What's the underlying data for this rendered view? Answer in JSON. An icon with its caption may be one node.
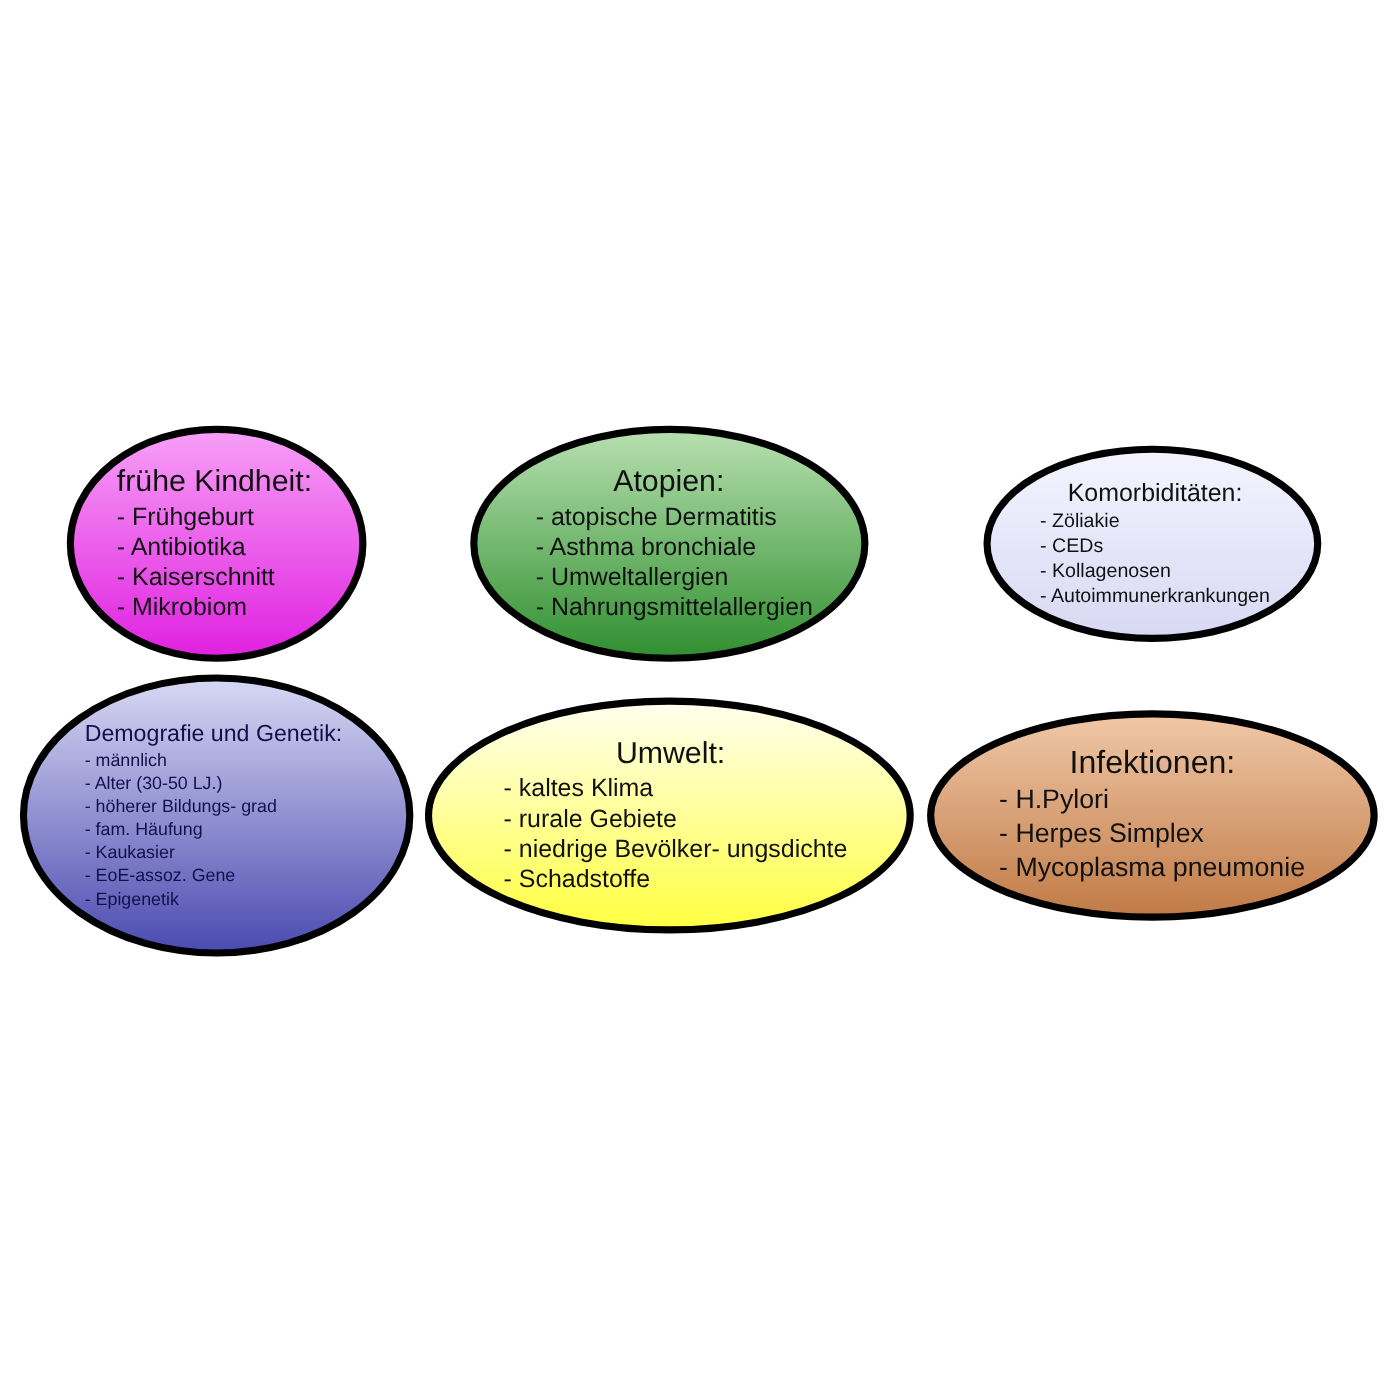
{
  "diagram": {
    "nodes": [
      {
        "text": [
          "frühe Kindheit:",
          "- Frühgeburt",
          "- Antibiotika",
          "- Kaiserschnitt",
          "- Mikrobiom"
        ]
      },
      {
        "text": [
          "Atopien:",
          "- atopische Dermatitis",
          "- Asthma bronchiale",
          "- Umweltallergien",
          "- Nahrungsmittelallergien"
        ]
      },
      {
        "text": [
          "Umwelt:",
          "- kaltes Klima",
          "- rurale Gebiete",
          "- niedrige Bevölker- ungsdichte",
          "- Schadstoffe"
        ]
      },
      {
        "text": [
          "Demografie und Genetik:",
          "- männlich",
          "- Alter (30-50 LJ.)",
          "- höherer Bildungs- grad",
          "- fam. Häufung",
          "- Kaukasier",
          "- EoE-assoz. Gene",
          "- Epigenetik"
        ]
      },
      {
        "text": [
          "Infektionen:",
          "- H.Pylori",
          "- Herpes Simplex",
          "- Mycoplasma pneumonie"
        ]
      },
      {
        "text": [
          "Komorbiditäten:",
          "- Zöliakie",
          "- CEDs",
          "- Kollagenosen",
          "- Autoimmunerkrankungen"
        ]
      }
    ]
  }
}
